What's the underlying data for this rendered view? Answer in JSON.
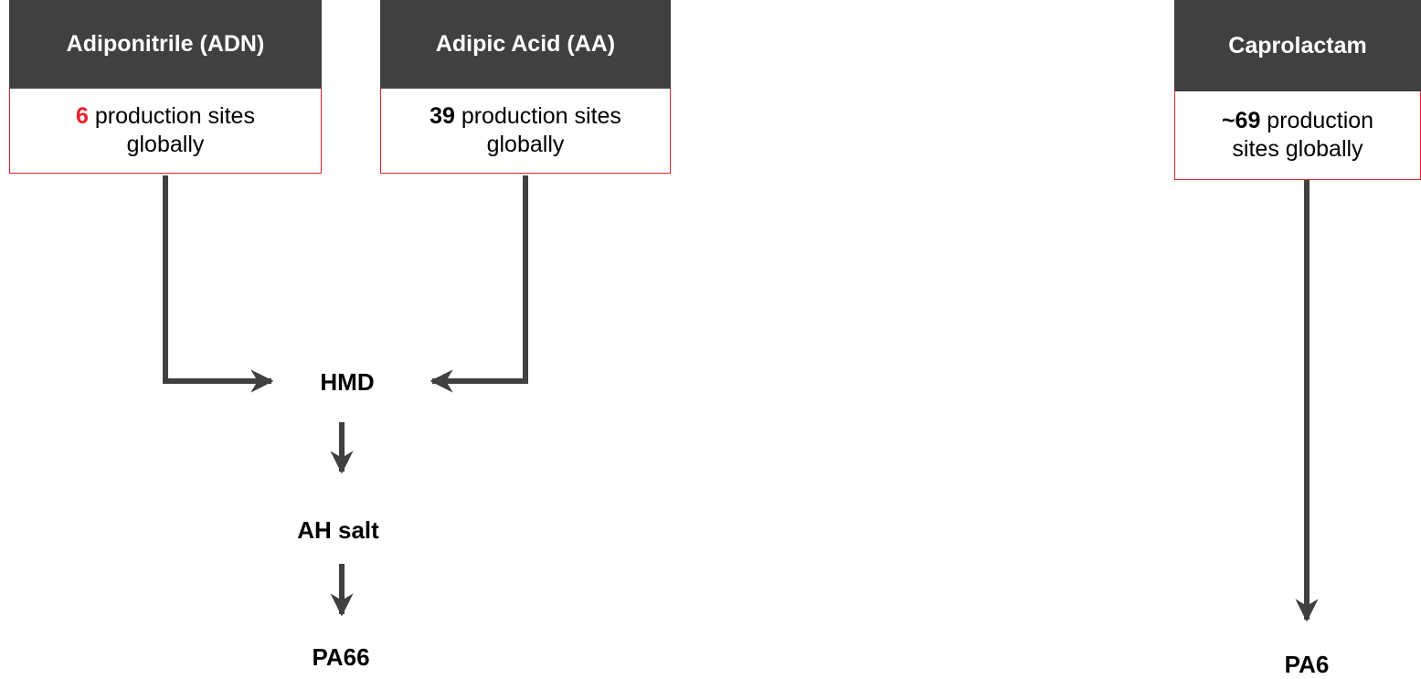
{
  "colors": {
    "header_bg": "#404040",
    "header_text": "#ffffff",
    "body_border": "#e8202a",
    "highlight_red": "#e8202a",
    "arrow": "#404040"
  },
  "cards": {
    "adn": {
      "title": "Adiponitrile (ADN)",
      "count": "6",
      "text_line1": " production sites",
      "text_line2": "globally"
    },
    "aa": {
      "title": "Adipic Acid (AA)",
      "count": "39",
      "text_line1": " production sites",
      "text_line2": "globally"
    },
    "cap": {
      "title": "Caprolactam",
      "count": "~69",
      "text_line1": " production",
      "text_line2": "sites globally"
    }
  },
  "nodes": {
    "hmd": "HMD",
    "ah_salt": "AH salt",
    "pa66": "PA66",
    "pa6": "PA6"
  }
}
